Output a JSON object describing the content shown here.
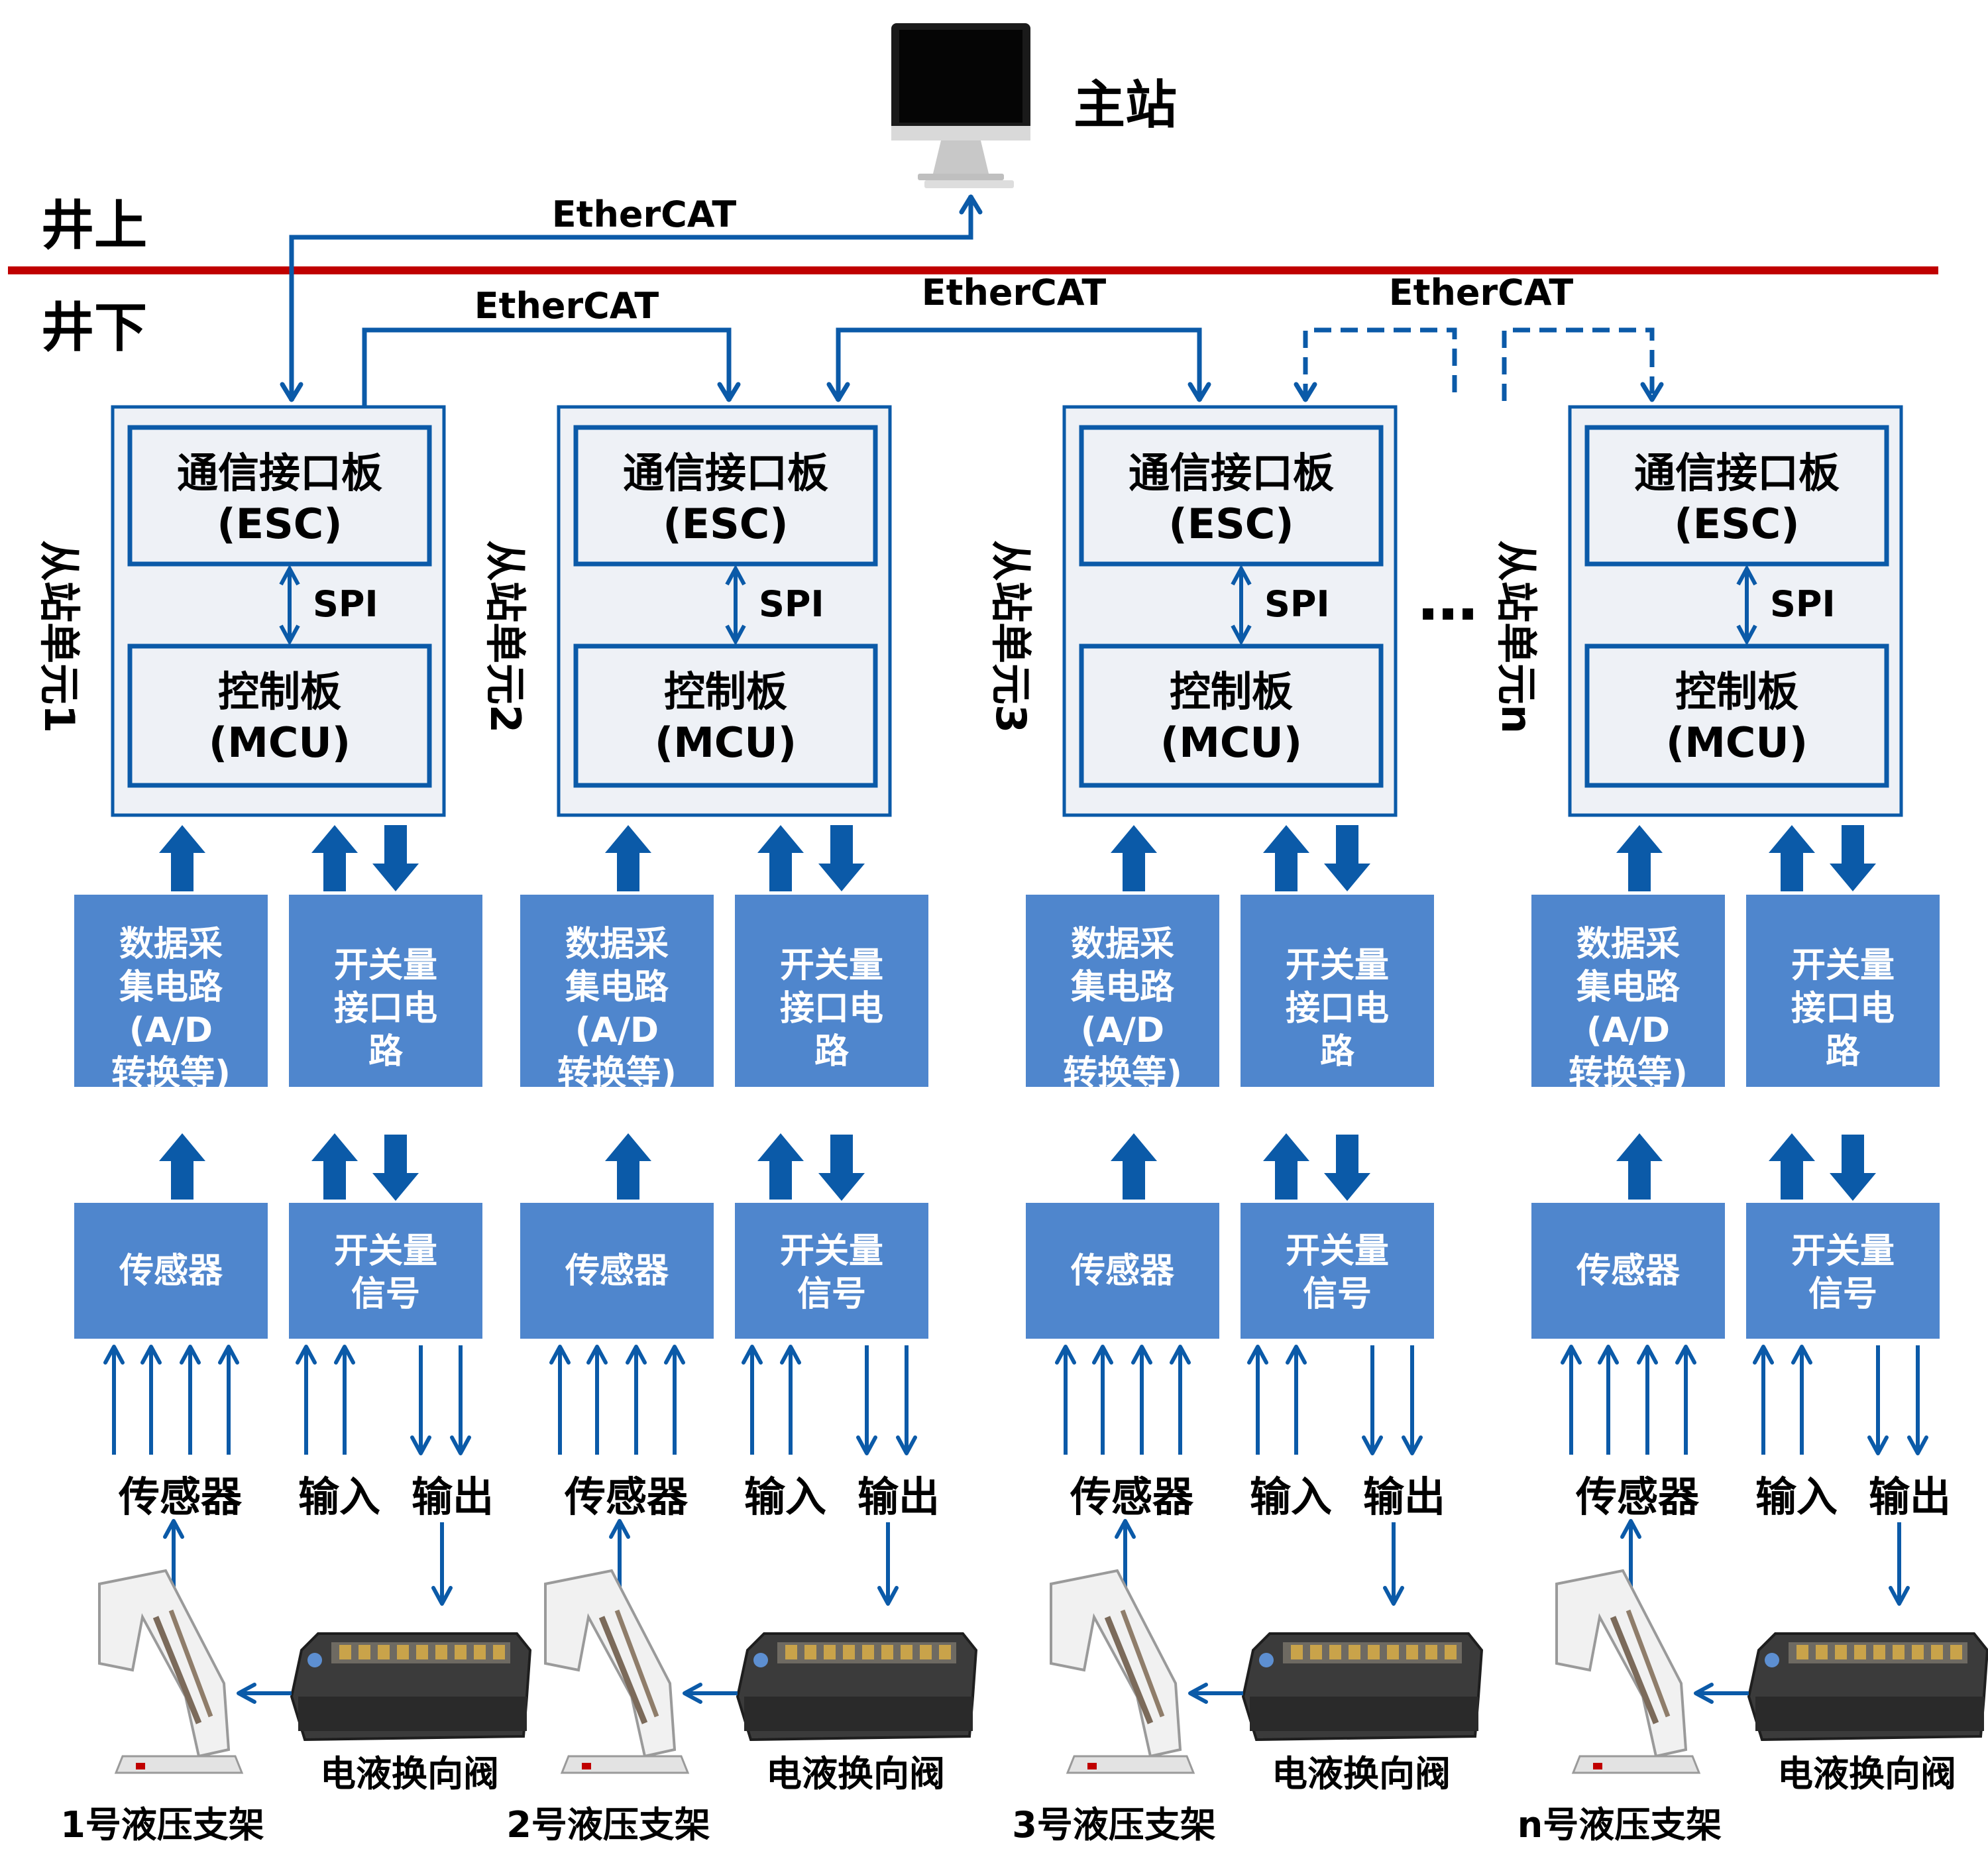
{
  "master": {
    "label": "主站"
  },
  "zones": {
    "above": "井上",
    "below": "井下"
  },
  "ethercat": {
    "top": "EtherCAT",
    "link12": "EtherCAT",
    "link23": "EtherCAT",
    "link3n": "EtherCAT"
  },
  "ellipsis": "…",
  "colors": {
    "arrow": "#0b5aa8",
    "block": "#4f86cd",
    "divider": "#c00000",
    "border": "#0b5aa8",
    "panel": "#eef1f6"
  },
  "units": [
    {
      "side_label": "从站单元1",
      "esc_title": "通信接口板",
      "esc_sub": "(ESC)",
      "spi": "SPI",
      "mcu_title": "控制板",
      "mcu_sub": "(MCU)",
      "adc_lines": [
        "数据采",
        "集电路",
        "(A/D",
        "转换等)"
      ],
      "io_lines": [
        "开关量",
        "接口电",
        "路"
      ],
      "sensor": "传感器",
      "switch_lines": [
        "开关量",
        "信号"
      ],
      "label_sensor": "传感器",
      "label_input": "输入",
      "label_output": "输出",
      "support": "1号液压支架",
      "valve": "电液换向阀"
    },
    {
      "side_label": "从站单元2",
      "esc_title": "通信接口板",
      "esc_sub": "(ESC)",
      "spi": "SPI",
      "mcu_title": "控制板",
      "mcu_sub": "(MCU)",
      "adc_lines": [
        "数据采",
        "集电路",
        "(A/D",
        "转换等)"
      ],
      "io_lines": [
        "开关量",
        "接口电",
        "路"
      ],
      "sensor": "传感器",
      "switch_lines": [
        "开关量",
        "信号"
      ],
      "label_sensor": "传感器",
      "label_input": "输入",
      "label_output": "输出",
      "support": "2号液压支架",
      "valve": "电液换向阀"
    },
    {
      "side_label": "从站单元3",
      "esc_title": "通信接口板",
      "esc_sub": "(ESC)",
      "spi": "SPI",
      "mcu_title": "控制板",
      "mcu_sub": "(MCU)",
      "adc_lines": [
        "数据采",
        "集电路",
        "(A/D",
        "转换等)"
      ],
      "io_lines": [
        "开关量",
        "接口电",
        "路"
      ],
      "sensor": "传感器",
      "switch_lines": [
        "开关量",
        "信号"
      ],
      "label_sensor": "传感器",
      "label_input": "输入",
      "label_output": "输出",
      "support": "3号液压支架",
      "valve": "电液换向阀"
    },
    {
      "side_label": "从站单元n",
      "esc_title": "通信接口板",
      "esc_sub": "(ESC)",
      "spi": "SPI",
      "mcu_title": "控制板",
      "mcu_sub": "(MCU)",
      "adc_lines": [
        "数据采",
        "集电路",
        "(A/D",
        "转换等)"
      ],
      "io_lines": [
        "开关量",
        "接口电",
        "路"
      ],
      "sensor": "传感器",
      "switch_lines": [
        "开关量",
        "信号"
      ],
      "label_sensor": "传感器",
      "label_input": "输入",
      "label_output": "输出",
      "support": "n号液压支架",
      "valve": "电液换向阀"
    }
  ]
}
